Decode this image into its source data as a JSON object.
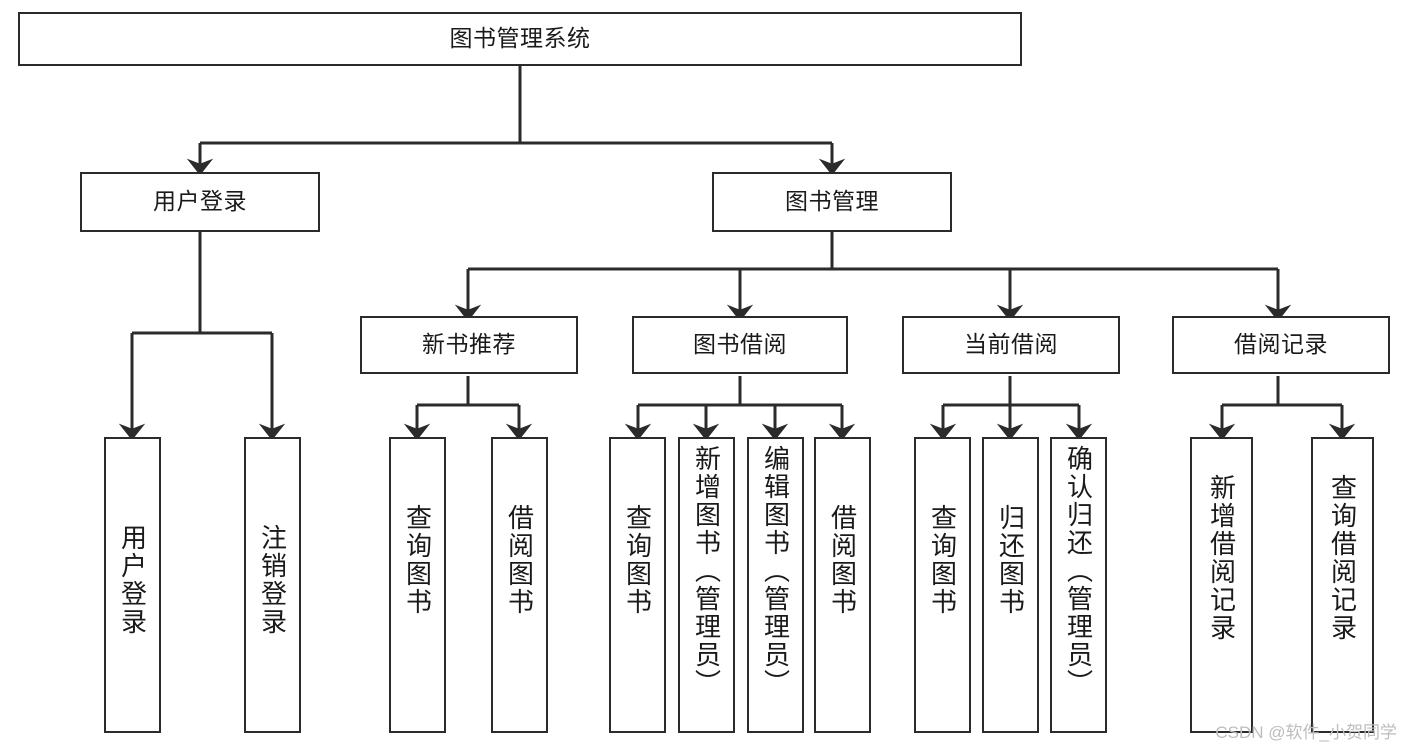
{
  "diagram": {
    "type": "tree",
    "title": "图书管理系统",
    "watermark": "CSDN @软件_小贺同学",
    "stroke_color": "#2b2b2b",
    "fill_color": "#ffffff",
    "text_color": "#1a1a1a",
    "watermark_color": "#bdbdbd"
  },
  "nodes": {
    "root": {
      "label": "图书管理系统"
    },
    "level1": [
      {
        "label": "用户登录"
      },
      {
        "label": "图书管理"
      }
    ],
    "level2": [
      {
        "label": "新书推荐"
      },
      {
        "label": "图书借阅"
      },
      {
        "label": "当前借阅"
      },
      {
        "label": "借阅记录"
      }
    ],
    "leaves": {
      "user_login": [
        {
          "label": "用户登录"
        },
        {
          "label": "注销登录"
        }
      ],
      "new_book_recommend": [
        {
          "label": "查询图书"
        },
        {
          "label": "借阅图书"
        }
      ],
      "book_borrow": [
        {
          "label": "查询图书"
        },
        {
          "label": "新增图书（管理员）"
        },
        {
          "label": "编辑图书（管理员）"
        },
        {
          "label": "借阅图书"
        }
      ],
      "current_borrow": [
        {
          "label": "查询图书"
        },
        {
          "label": "归还图书"
        },
        {
          "label": "确认归还（管理员）"
        }
      ],
      "borrow_record": [
        {
          "label": "新增借阅记录"
        },
        {
          "label": "查询借阅记录"
        }
      ]
    }
  }
}
